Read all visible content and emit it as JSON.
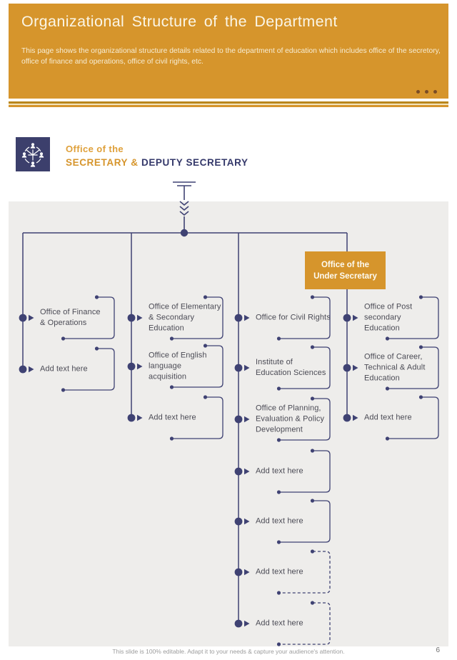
{
  "slide": {
    "title": "Organizational Structure of the Department",
    "subtitle": "This page shows the organizational structure details related to the department of education which includes office of the secretory, office of finance and operations, office of civil rights, etc.",
    "footer_note": "This slide is 100% editable. Adapt it to your needs & capture your audience's attention.",
    "page_number": "6"
  },
  "secretary_header": {
    "pre_title": "Office of the",
    "title_part_gold": "SECRETARY &",
    "title_part_navy": " DEPUTY SECRETARY",
    "logo_icon": "people-network-icon"
  },
  "under_secretary_box": {
    "line1": "Office of the",
    "line2": "Under Secretary"
  },
  "org": {
    "columns": [
      {
        "items": [
          "Office of Finance & Operations",
          "Add text here"
        ]
      },
      {
        "items": [
          "Office of Elementary & Secondary Education",
          "Office of English language acquisition",
          "Add text here"
        ]
      },
      {
        "items": [
          "Office for Civil Rights",
          "Institute of Education Sciences",
          "Office of Planning, Evaluation & Policy Development",
          "Add text here",
          "Add text here",
          "Add text here",
          "Add text here"
        ]
      },
      {
        "items": [
          "Office of Post secondary Education",
          "Office of Career, Technical & Adult Education",
          "Add text here"
        ]
      }
    ]
  },
  "icons": {
    "header_ellipsis": "three-dots-icon",
    "flow_arrow": "double-chevron-down-icon"
  },
  "colors": {
    "accent_orange": "#D6952C",
    "navy_logo": "#3C3F6C",
    "line_navy": "#3F4273",
    "panel_gray": "#EEEDEB",
    "rule_dark_gold": "#B9861C"
  }
}
